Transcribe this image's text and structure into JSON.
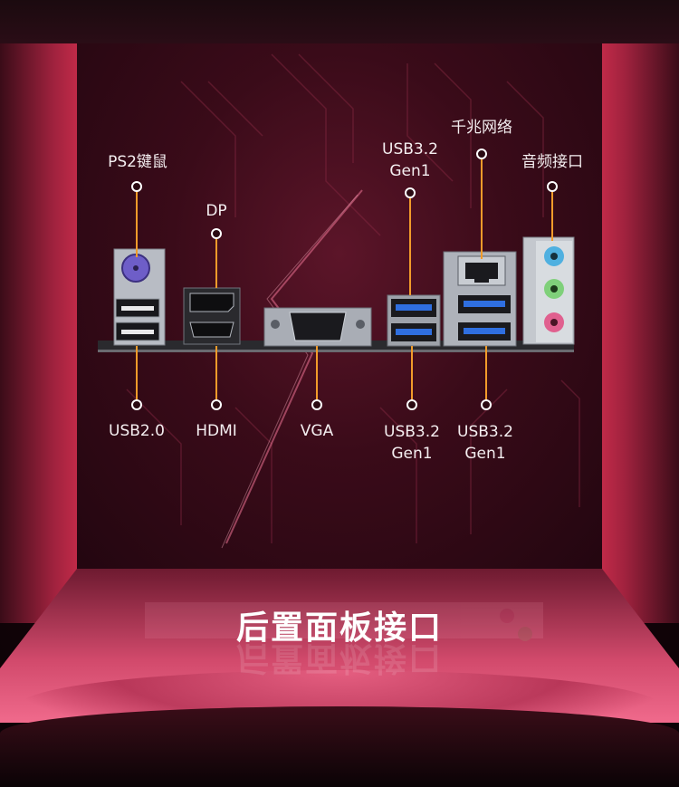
{
  "labels": {
    "ps2": "PS2键鼠",
    "dp": "DP",
    "usb32_top_a": "USB3.2",
    "usb32_top_b": "Gen1",
    "lan": "千兆网络",
    "audio": "音频接口",
    "usb20": "USB2.0",
    "hdmi": "HDMI",
    "vga": "VGA",
    "usb32_bl_a": "USB3.2",
    "usb32_bl_b": "Gen1",
    "usb32_br_a": "USB3.2",
    "usb32_br_b": "Gen1"
  },
  "title": "后置面板接口",
  "colors": {
    "leader": "#f29b2a",
    "usb3": "#2f6fe0",
    "audio_blue": "#4fb0e0",
    "audio_green": "#7fd07a",
    "audio_pink": "#e0608f",
    "ps2": "#7a6ad0"
  }
}
